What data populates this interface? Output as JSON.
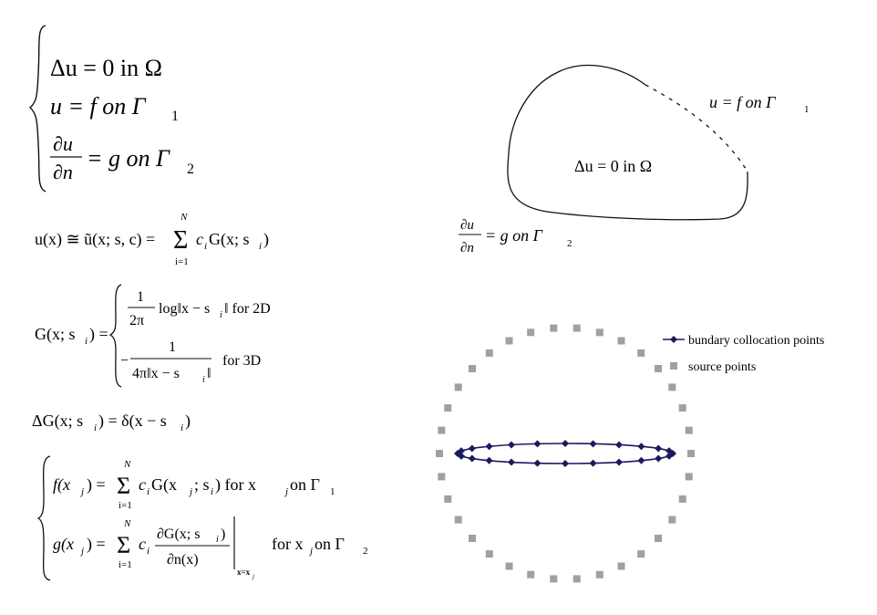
{
  "equations": {
    "bvp_laplace": "Δu = 0  in  Ω",
    "bvp_dirichlet": "u = f   on  Γ",
    "bvp_dirichlet_sub": "1",
    "bvp_neumann_num": "∂u",
    "bvp_neumann_den": "∂n",
    "bvp_neumann_rhs": "= g   on  Γ",
    "bvp_neumann_sub": "2",
    "approx_lhs": "u(x) ≅ ũ(x; s, c) = ",
    "sum_top": "N",
    "sum_sym": "Σ",
    "sum_bottom": "i=1",
    "approx_rhs": "c",
    "approx_rhs_sub": "i",
    "approx_rhs_tail": "G(x; s",
    "approx_rhs_sub2": "i",
    "approx_rhs_end": ")",
    "g_lhs": "G(x; s",
    "g_lhs_sub": "i",
    "g_lhs_end": ") =",
    "g2d_num": "1",
    "g2d_den": "2π",
    "g2d_log": "log‖x − s",
    "g2d_log_sub": "i",
    "g2d_log_end": "‖  for 2D",
    "g3d_minus": "−",
    "g3d_num": "1",
    "g3d_den": "4π‖x − s",
    "g3d_den_sub": "i",
    "g3d_den_end": "‖",
    "g3d_label": "for 3D",
    "delta_eq_a": "ΔG(x; s",
    "delta_eq_sub": "i",
    "delta_eq_b": ") = δ(x − s",
    "delta_eq_sub2": "i",
    "delta_eq_c": ")",
    "coll_f_lhs": "f(x",
    "coll_f_sub": "j",
    "coll_f_mid": ") = ",
    "coll_f_rhs": "c",
    "coll_f_rhs_sub": "i",
    "coll_f_rhs_b": "G(x",
    "coll_f_rhs_sub2": "j",
    "coll_f_rhs_c": "; s",
    "coll_f_rhs_sub3": "i",
    "coll_f_rhs_d": ")   for x",
    "coll_f_rhs_sub4": "j",
    "coll_f_rhs_e": "  on  Γ",
    "coll_f_rhs_sub5": "1",
    "coll_g_lhs": "g(x",
    "coll_g_sub": "j",
    "coll_g_mid": ") = ",
    "coll_g_c": "c",
    "coll_g_c_sub": "i",
    "coll_g_num": "∂G(x; s",
    "coll_g_num_sub": "i",
    "coll_g_num_end": ")",
    "coll_g_den": "∂n(x)",
    "coll_g_eval": "x=x",
    "coll_g_eval_sub": "j",
    "coll_g_tail": "for x",
    "coll_g_tail_sub": "j",
    "coll_g_tail_b": "  on  Γ",
    "coll_g_tail_sub2": "2"
  },
  "domain_diagram": {
    "interior_label": "Δu = 0  in  Ω",
    "dirichlet_label": "u = f   on  Γ",
    "dirichlet_sub": "1",
    "neumann_num": "∂u",
    "neumann_den": "∂n",
    "neumann_rhs": "= g   on  Γ",
    "neumann_sub": "2"
  },
  "points_diagram": {
    "legend": [
      {
        "label": "bundary collocation points",
        "color": "#1a1a5e"
      },
      {
        "label": "source points",
        "color": "#a0a0a0"
      }
    ],
    "source_points_count": 34,
    "collocation_points_count": 24
  }
}
